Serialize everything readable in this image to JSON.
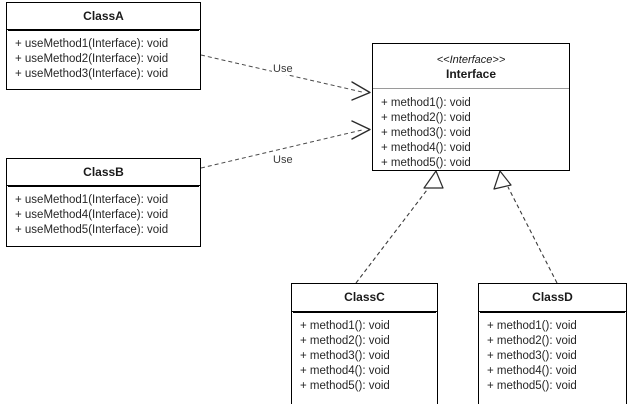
{
  "diagram": {
    "title": "UML Class Diagram",
    "type": "class-diagram",
    "stroke_color": "#000000",
    "separator_color": "#9a9a9a",
    "text_color": "#262626",
    "background": "#ffffff"
  },
  "classes": {
    "classA": {
      "name": "ClassA",
      "stereotype": "",
      "members": [
        "+ useMethod1(Interface): void",
        "+ useMethod2(Interface): void",
        "+ useMethod3(Interface): void"
      ]
    },
    "classB": {
      "name": "ClassB",
      "stereotype": "",
      "members": [
        "+ useMethod1(Interface): void",
        "+ useMethod4(Interface): void",
        "+ useMethod5(Interface): void"
      ]
    },
    "interface": {
      "name": "Interface",
      "stereotype": "<<Interface>>",
      "members": [
        "+ method1(): void",
        "+ method2(): void",
        "+ method3(): void",
        "+ method4(): void",
        "+ method5(): void"
      ]
    },
    "classC": {
      "name": "ClassC",
      "stereotype": "",
      "members": [
        "+ method1(): void",
        "+ method2(): void",
        "+ method3(): void",
        "+ method4(): void",
        "+ method5(): void"
      ]
    },
    "classD": {
      "name": "ClassD",
      "stereotype": "",
      "members": [
        "+ method1(): void",
        "+ method2(): void",
        "+ method3(): void",
        "+ method4(): void",
        "+ method5(): void"
      ]
    }
  },
  "relationships": [
    {
      "id": "dep-classa-interface",
      "from": "ClassA",
      "to": "Interface",
      "kind": "dependency",
      "line": "dashed",
      "arrowhead": "open",
      "label": "Use"
    },
    {
      "id": "dep-classb-interface",
      "from": "ClassB",
      "to": "Interface",
      "kind": "dependency",
      "line": "dashed",
      "arrowhead": "open",
      "label": "Use"
    },
    {
      "id": "real-classc-interface",
      "from": "ClassC",
      "to": "Interface",
      "kind": "realization",
      "line": "dashed",
      "arrowhead": "hollow-triangle",
      "label": ""
    },
    {
      "id": "real-classd-interface",
      "from": "ClassD",
      "to": "Interface",
      "kind": "realization",
      "line": "dashed",
      "arrowhead": "hollow-triangle",
      "label": ""
    }
  ]
}
